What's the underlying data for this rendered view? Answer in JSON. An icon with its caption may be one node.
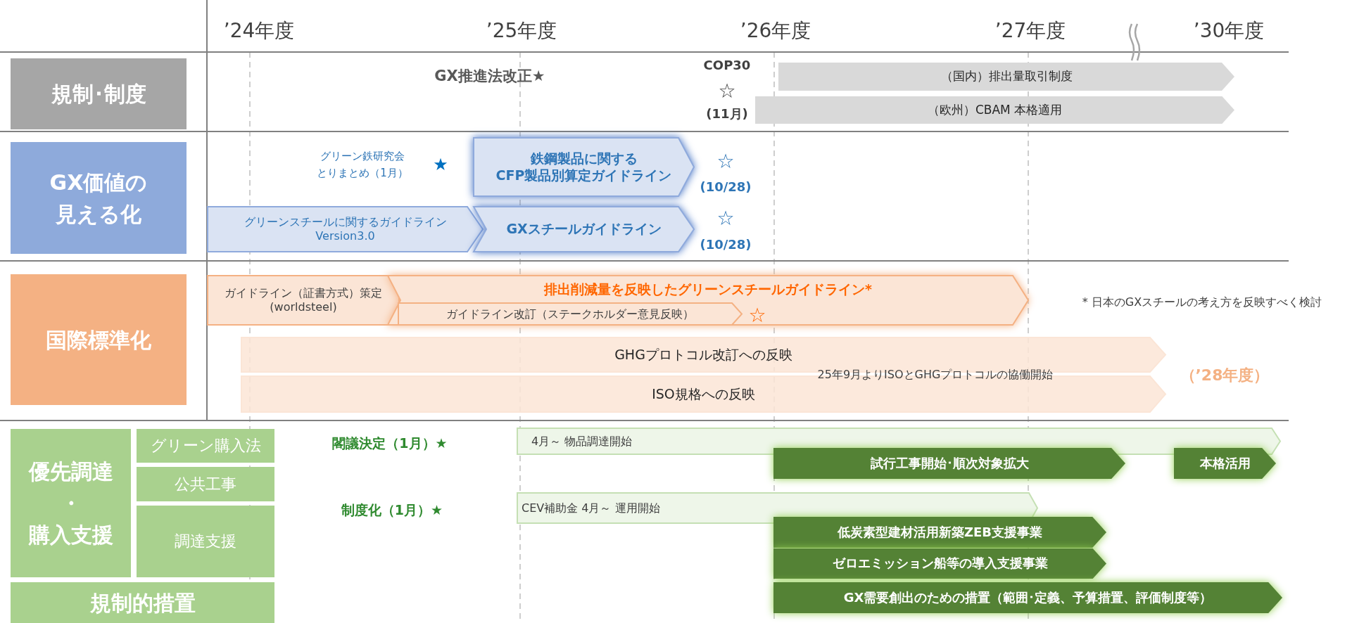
{
  "diagram": {
    "nodes": [
      {
        "text": [
          "規制･制度"
        ]
      },
      {
        "text": [
          "GX価値の見える化"
        ]
      },
      {
        "text": [
          "国際標準化"
        ]
      },
      {
        "text": [
          "優先調達",
          "・",
          "購入支援"
        ]
      },
      {
        "text": [
          "グリーン購入法"
        ]
      },
      {
        "text": [
          "公共工事"
        ]
      },
      {
        "text": [
          "調達支援"
        ]
      },
      {
        "text": [
          "規制的措置"
        ]
      },
      {
        "text": [
          "（国内）排出量取引制度"
        ]
      },
      {
        "text": [
          "（欧州）CBAM 本格適用"
        ]
      },
      {
        "text": [
          "鉄鋼製品に関する",
          "CFP製品別算定ガイドライン"
        ]
      },
      {
        "text": [
          "グリーンスチールに関するガイドライン",
          "Version3.0"
        ]
      },
      {
        "text": [
          "GXスチールガイドライン"
        ]
      },
      {
        "text": [
          "ガイドライン（証書方式）策定",
          "(worldsteel)"
        ]
      },
      {
        "text": [
          "排出削減量を反映したグリーンスチールガイドライン*"
        ]
      },
      {
        "text": [
          "ガイドライン改訂（ステークホルダー意見反映）"
        ],
        "in": 14
      },
      {
        "text": [
          "GHGプロトコル改訂への反映"
        ]
      },
      {
        "text": [
          "ISO規格への反映"
        ]
      },
      {
        "text": [
          "4月～ 物品調達開始"
        ]
      },
      {
        "text": [
          "試行工事開始･順次対象拡大"
        ]
      },
      {
        "text": [
          "本格活用"
        ]
      },
      {
        "text": [
          "CEV補助金  4月～ 運用開始"
        ]
      },
      {
        "text": [
          "低炭素型建材活用新築ZEB支援事業"
        ]
      },
      {
        "text": [
          "ゼロエミッション船等の導入支援事業"
        ]
      },
      {
        "text": [
          "GX需要創出のための措置（範囲･定義、予算措置、評価制度等）"
        ]
      }
    ],
    "edges": [],
    "labels": [
      "’24年度",
      "’25年度",
      "’26年度",
      "’27年度",
      "’30年度",
      "GX推進法改正★",
      "COP30",
      "☆",
      "(11月)",
      "グリーン鉄研究会",
      "とりまとめ（1月）",
      "★",
      "☆",
      "(10/28)",
      "☆",
      "(10/28)",
      "☆",
      "* 日本のGXスチールの考え方を反映すべく検討",
      "25年9月よりISOとGHGプロトコルの協働開始",
      "（’28年度）",
      "閣議決定（1月）★",
      "制度化（1月）★"
    ]
  }
}
